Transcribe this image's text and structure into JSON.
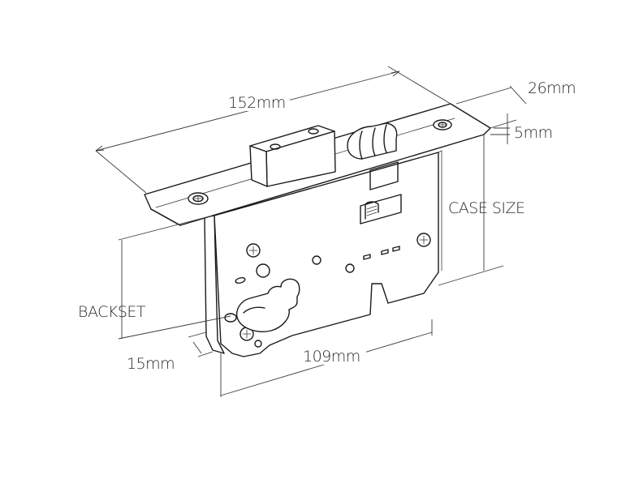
{
  "dimensions": {
    "faceplate_length": "152mm",
    "faceplate_width": "26mm",
    "faceplate_thickness": "5mm",
    "case_size": "CASE SIZE",
    "backset": "BACKSET",
    "front_offset": "15mm",
    "case_depth": "109mm"
  },
  "colors": {
    "line": "#1a1a1a",
    "label": "#2a2a2a",
    "background": "#ffffff"
  }
}
